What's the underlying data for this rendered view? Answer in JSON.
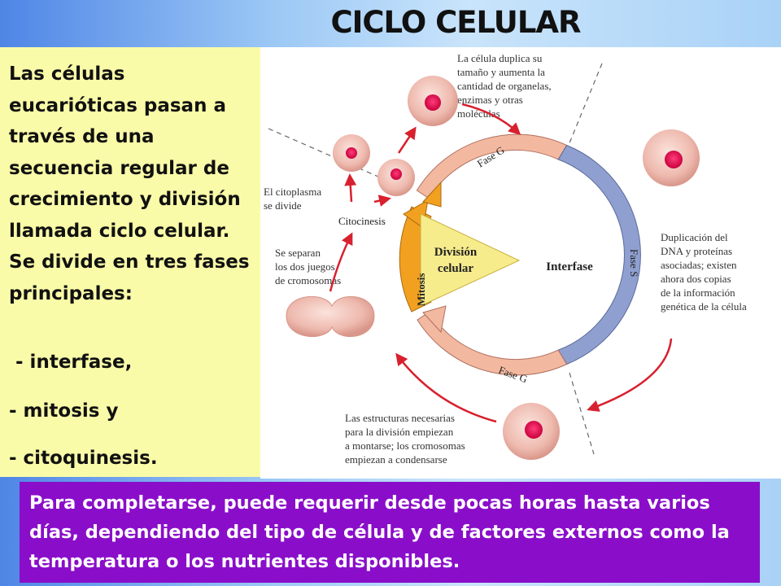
{
  "title": "CICLO CELULAR",
  "left_panel": {
    "intro": "Las células eucarióticas pasan a través de una secuencia regular de crecimiento y división llamada ciclo celular. Se divide en tres fases principales:",
    "items": [
      " - interfase,",
      "- mitosis y",
      "- citoquinesis."
    ]
  },
  "diagram": {
    "center_label": [
      "División",
      "celular"
    ],
    "interfase_label": "Interfase",
    "phase_labels": {
      "g1": "Fase G",
      "g2": "Fase G",
      "s": "Fase S",
      "mitosis": "Mitosis",
      "citocinesis": "Citocinesis"
    },
    "annotations": {
      "top": [
        "La célula duplica su",
        "tamaño y aumenta la",
        "cantidad de organelas,",
        "enzimas y otras",
        "moléculas"
      ],
      "right": [
        "Duplicación del",
        "DNA y proteínas",
        "asociadas; existen",
        "ahora dos copias",
        "de la información",
        "genética de la célula"
      ],
      "bottom": [
        "Las estructuras necesarias",
        "para la división empiezan",
        "a montarse; los cromosomas",
        "empiezan a condensarse"
      ],
      "citoplasma": [
        "El citoplasma",
        "se divide"
      ],
      "separan": [
        "Se separan",
        "los dos juegos",
        "de cromosomas"
      ]
    },
    "colors": {
      "g_phase": "#f3b9a0",
      "s_phase": "#8f9fcf",
      "mitosis": "#f2a020",
      "triangle": "#f7ec8c",
      "arrow": "#d8202e",
      "cell": "#f0c2b8",
      "nucleus": "#e01050"
    }
  },
  "note": "Para completarse, puede requerir desde pocas horas hasta varios días, dependiendo del tipo de célula y de factores externos como la temperatura o los nutrientes disponibles."
}
